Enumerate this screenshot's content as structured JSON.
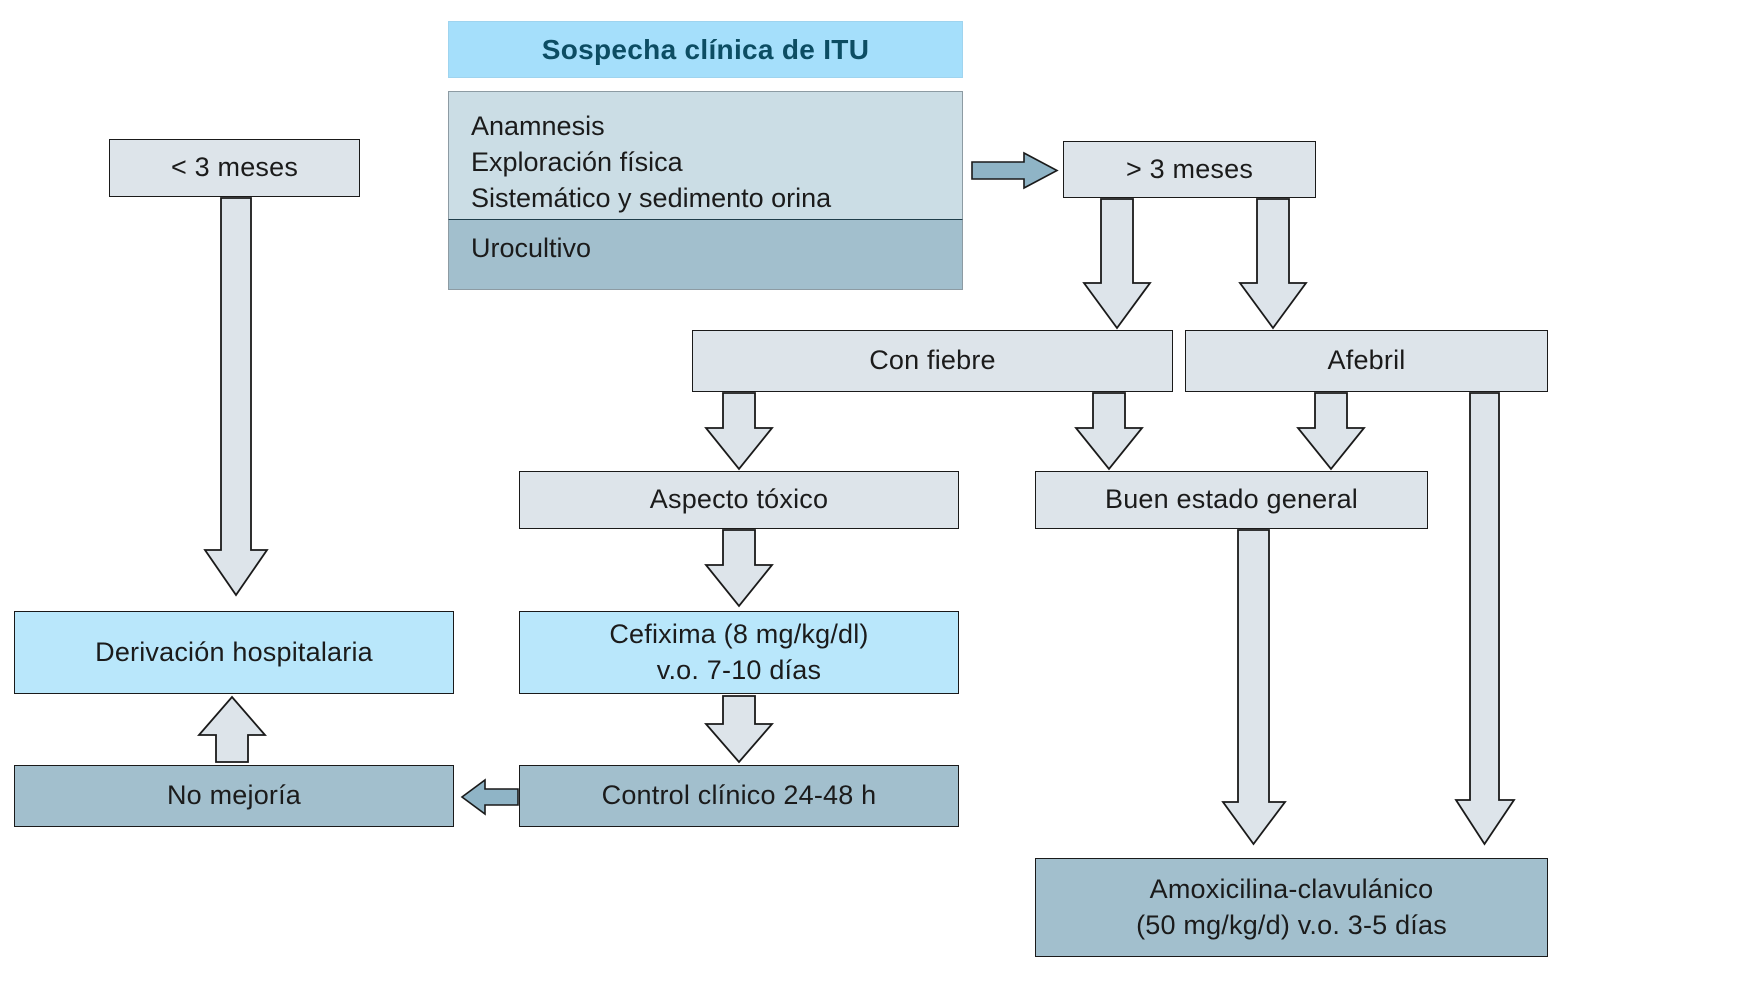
{
  "diagram": {
    "title": "Sospecha clínica de ITU",
    "language": "es",
    "palette": {
      "header_band": "#a5dffb",
      "header_text": "#0c4d63",
      "box_light": "#dde4ea",
      "box_pale": "#cbdde5",
      "box_cyan": "#b9e7fb",
      "box_steel": "#a2bfcd",
      "arrow_fill": "#dde4ea",
      "arrow_blue": "#8fb4c6",
      "outline": "#1a1a1a",
      "text": "#1b1b1b"
    },
    "nodes": {
      "header": "Sospecha clínica de ITU",
      "workup_lines": "Anamnesis\nExploración física\nSistemático y sedimento  orina",
      "urine_culture": "Urocultivo",
      "under_three_months": "< 3 meses",
      "over_three_months": "> 3 meses",
      "with_fever": "Con fiebre",
      "afebrile": "Afebril",
      "toxic_appearance": "Aspecto tóxico",
      "good_general_state": "Buen estado general",
      "hospital_referral": "Derivación hospitalaria",
      "cefixime": "Cefixima (8 mg/kg/dl)\nv.o. 7-10 días",
      "no_improvement": "No mejoría",
      "clinical_control": "Control clínico 24-48 h",
      "amoxicillin": "Amoxicilina-clavulánico\n(50 mg/kg/d) v.o. 3-5 días"
    },
    "arrows": [
      {
        "name": "workup-to-over-three-months",
        "direction": "right",
        "style": "blue-solid"
      },
      {
        "name": "under-three-months-to-hospital-referral",
        "direction": "down",
        "style": "outline"
      },
      {
        "name": "over-three-months-to-with-fever",
        "direction": "down",
        "style": "outline"
      },
      {
        "name": "over-three-months-to-afebrile",
        "direction": "down",
        "style": "outline"
      },
      {
        "name": "with-fever-to-toxic-appearance",
        "direction": "down",
        "style": "outline"
      },
      {
        "name": "with-fever-to-good-general-state",
        "direction": "down",
        "style": "outline"
      },
      {
        "name": "afebrile-to-good-general-state",
        "direction": "down",
        "style": "outline"
      },
      {
        "name": "afebrile-to-amoxicillin",
        "direction": "down",
        "style": "outline"
      },
      {
        "name": "toxic-appearance-to-cefixime",
        "direction": "down",
        "style": "outline"
      },
      {
        "name": "cefixime-to-clinical-control",
        "direction": "down",
        "style": "outline"
      },
      {
        "name": "clinical-control-to-no-improvement",
        "direction": "left",
        "style": "outline"
      },
      {
        "name": "no-improvement-to-hospital-referral",
        "direction": "up",
        "style": "outline"
      },
      {
        "name": "good-general-state-to-amoxicillin",
        "direction": "down",
        "style": "outline"
      }
    ]
  }
}
